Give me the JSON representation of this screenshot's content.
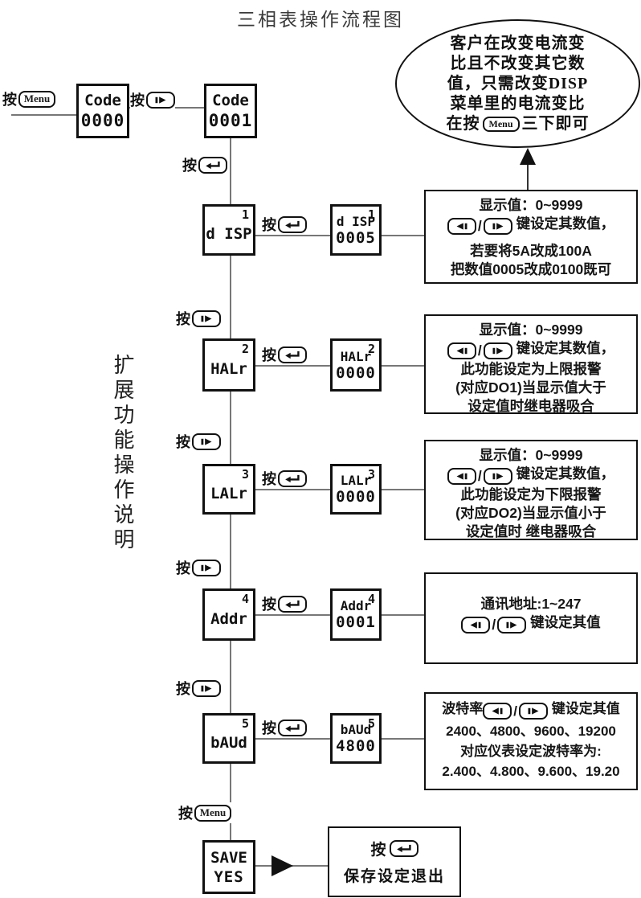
{
  "title": "三相表操作流程图",
  "side_label": "扩展功能操作说明",
  "labels": {
    "press": "按",
    "slash": "/",
    "menu": "Menu"
  },
  "icons": {
    "menu_key": "menu-key",
    "right_key": "right-arrow-key",
    "left_key": "left-arrow-key",
    "enter_key": "enter-key"
  },
  "colors": {
    "line": "#777777",
    "border": "#111111",
    "text": "#1a1a1a"
  },
  "code_row": {
    "left": {
      "name": "Code",
      "value": "0000"
    },
    "right": {
      "name": "Code",
      "value": "0001"
    }
  },
  "rows": [
    {
      "name": "d ISP",
      "sup": "1",
      "value": "0005",
      "desc": {
        "line1": "显示值：0~9999",
        "keys_suffix": "键设定其数值，",
        "extra": [
          "若要将5A改成100A",
          "把数值0005改成0100既可"
        ]
      }
    },
    {
      "name": "HALr",
      "sup": "2",
      "value": "0000",
      "desc": {
        "line1": "显示值：0~9999",
        "keys_suffix": "键设定其数值，",
        "extra": [
          "此功能设定为上限报警",
          "(对应DO1)当显示值大于",
          "设定值时继电器吸合"
        ]
      }
    },
    {
      "name": "LALr",
      "sup": "3",
      "value": "0000",
      "desc": {
        "line1": "显示值：0~9999",
        "keys_suffix": "键设定其数值，",
        "extra": [
          "此功能设定为下限报警",
          "(对应DO2)当显示值小于",
          "设定值时 继电器吸合"
        ]
      }
    },
    {
      "name": "Addr",
      "sup": "4",
      "value": "0001",
      "desc": {
        "line1": "通讯地址:1~247",
        "keys_suffix": "键设定其值",
        "extra": []
      }
    },
    {
      "name": "bAUd",
      "sup": "5",
      "value": "4800",
      "desc": {
        "line1_prefix": "波特率",
        "keys_suffix": "键设定其值",
        "extra": [
          "2400、4800、9600、19200",
          "对应仪表设定波特率为:",
          "2.400、4.800、9.600、19.20"
        ]
      }
    }
  ],
  "bubble": {
    "line1": "客户在改变电流变",
    "line2": "比且不改变其它数",
    "line3": "值，只需改变DISP",
    "line4": "菜单里的电流变比",
    "line5_prefix": "在按",
    "line5_suffix": "三下即可"
  },
  "save_row": {
    "display": {
      "name": "SAVE",
      "value": "YES"
    },
    "exit_box": {
      "text": "保存设定退出"
    }
  }
}
